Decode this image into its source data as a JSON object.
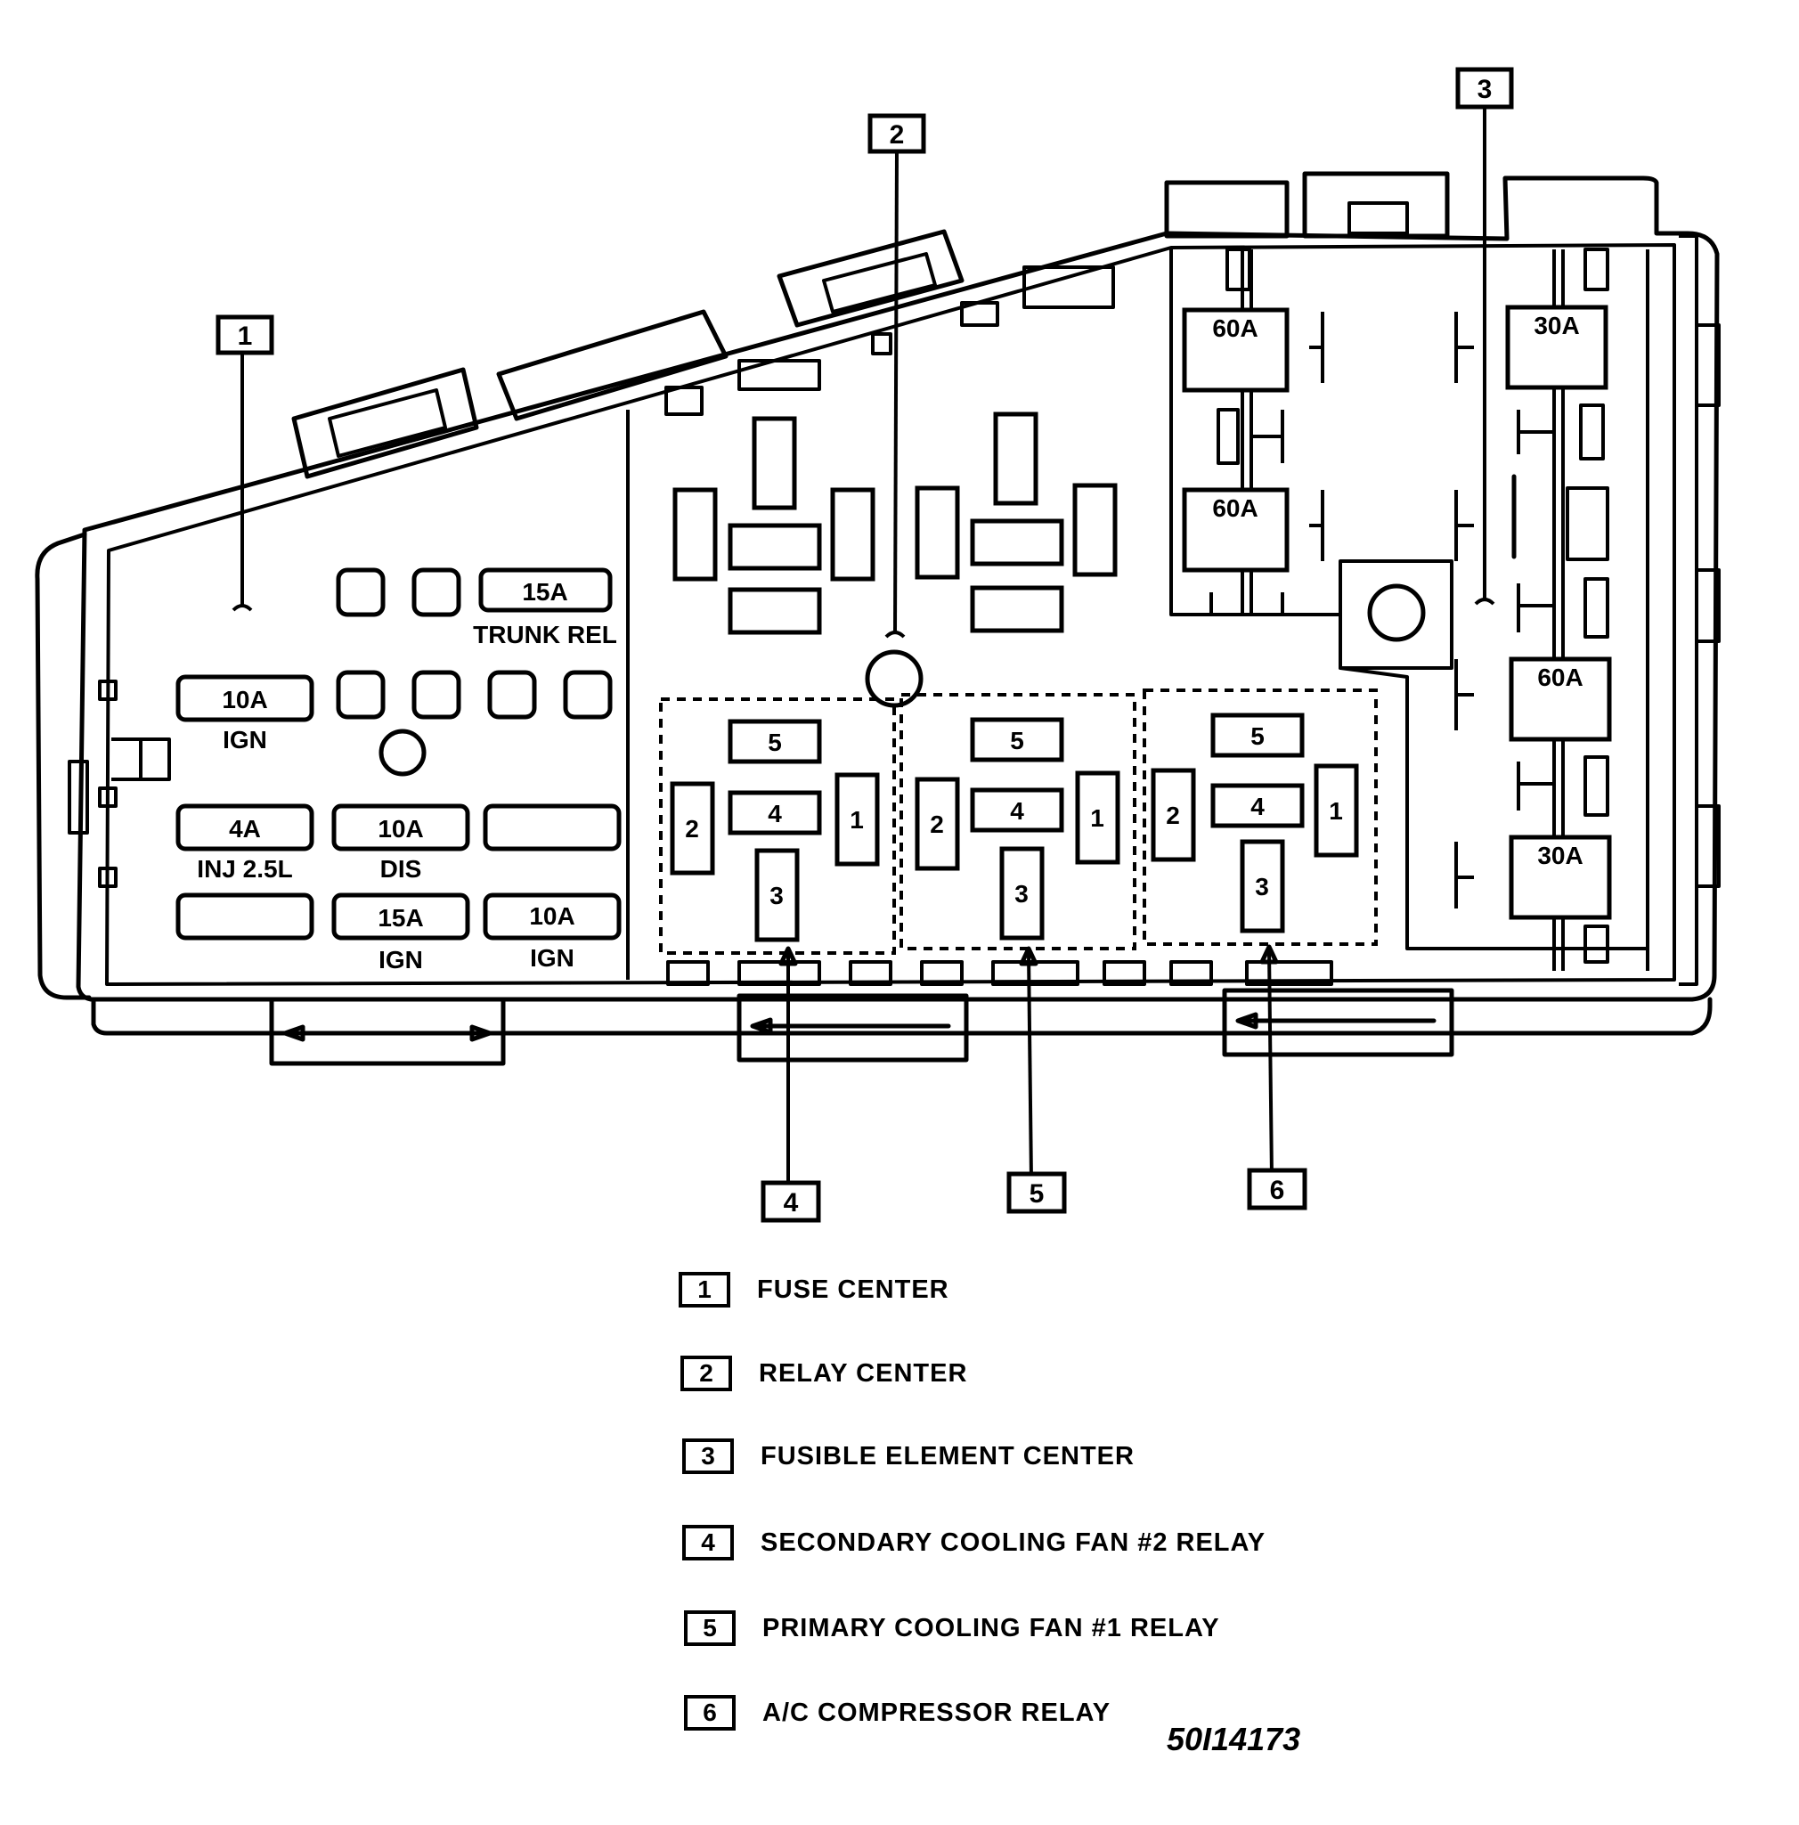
{
  "callouts": {
    "c1": "1",
    "c2": "2",
    "c3": "3",
    "c4": "4",
    "c5": "5",
    "c6": "6"
  },
  "fuse_center": {
    "f_15a": "15A",
    "trunk_rel": "TRUNK REL",
    "f_10a_ign": "10A",
    "ign_1": "IGN",
    "f_4a": "4A",
    "inj": "INJ 2.5L",
    "f_10a_dis": "10A",
    "dis": "DIS",
    "f_15a_ign": "15A",
    "ign_2": "IGN",
    "f_10a_ign2": "10A",
    "ign_3": "IGN"
  },
  "relay_slots": [
    "1",
    "2",
    "3",
    "4",
    "5"
  ],
  "fusible_elements": {
    "f60a_1": "60A",
    "f60a_2": "60A",
    "f60a_3": "60A",
    "f30a_1": "30A",
    "f30a_2": "30A"
  },
  "legend": [
    {
      "num": "1",
      "label": "FUSE CENTER"
    },
    {
      "num": "2",
      "label": "RELAY CENTER"
    },
    {
      "num": "3",
      "label": "FUSIBLE ELEMENT CENTER"
    },
    {
      "num": "4",
      "label": "SECONDARY COOLING FAN #2 RELAY"
    },
    {
      "num": "5",
      "label": "PRIMARY COOLING FAN #1 RELAY"
    },
    {
      "num": "6",
      "label": "A/C COMPRESSOR RELAY"
    }
  ],
  "figure_id": "50I14173"
}
